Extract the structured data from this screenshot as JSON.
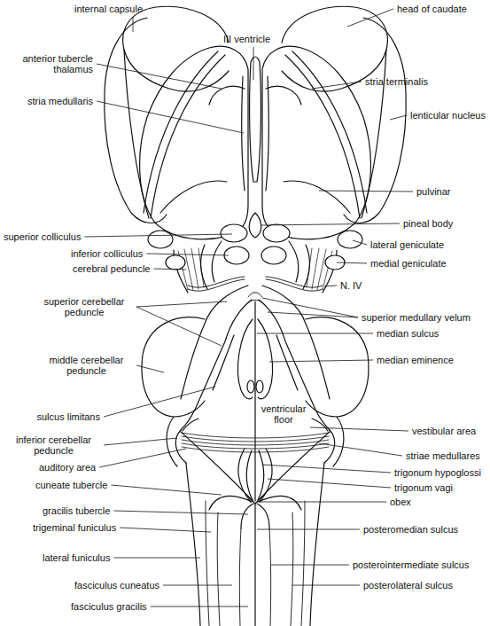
{
  "diagram": {
    "labels": [
      "internal capsule",
      "head of caudate",
      "III ventricle",
      "anterior tubercle thalamus",
      "stria terminalis",
      "lenticular nucleus",
      "stria medullaris",
      "pulvinar",
      "pineal body",
      "superior colliculus",
      "lateral geniculate",
      "inferior colliculus",
      "medial geniculate",
      "cerebral peduncle",
      "N. IV",
      "superior cerebellar peduncle",
      "superior medullary velum",
      "median sulcus",
      "middle cerebellar peduncle",
      "median eminence",
      "ventricular floor",
      "sulcus limitans",
      "vestibular area",
      "inferior cerebellar peduncle",
      "striae medullares",
      "auditory area",
      "trigonum hypoglossi",
      "cuneate tubercle",
      "trigonum vagi",
      "gracilis tubercle",
      "obex",
      "trigeminal funiculus",
      "posteromedian sulcus",
      "lateral funiculus",
      "posterointermediate sulcus",
      "fasciculus cuneatus",
      "posterolateral sulcus",
      "fasciculus gracilis"
    ]
  }
}
